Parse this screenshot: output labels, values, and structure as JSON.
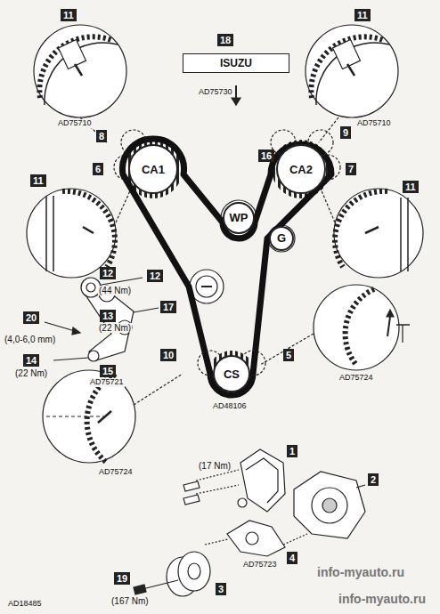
{
  "diagram": {
    "nodes": [
      {
        "text": [
          "ISUZU"
        ]
      },
      {
        "text": [
          "CA1"
        ]
      },
      {
        "text": [
          "CA2"
        ]
      },
      {
        "text": [
          "WP"
        ]
      },
      {
        "text": [
          "G"
        ]
      },
      {
        "text": [
          "CS"
        ]
      }
    ],
    "labels": [
      "11",
      "11",
      "AD75710",
      "AD75710",
      "18",
      "AD75730",
      "8",
      "6",
      "16",
      "9",
      "7",
      "11",
      "11",
      "12",
      "12",
      "(44 Nm)",
      "17",
      "13",
      "(22 Nm)",
      "20",
      "(4,0-6,0 mm)",
      "14",
      "(22 Nm)",
      "15",
      "AD75721",
      "10",
      "5",
      "AD48106",
      "AD75724",
      "AD75724",
      "1",
      "(17 Nm)",
      "2",
      "4",
      "AD75723",
      "3",
      "19",
      "(167 Nm)",
      "AD18485",
      "info-myauto.ru",
      "info-myauto.ru"
    ]
  }
}
